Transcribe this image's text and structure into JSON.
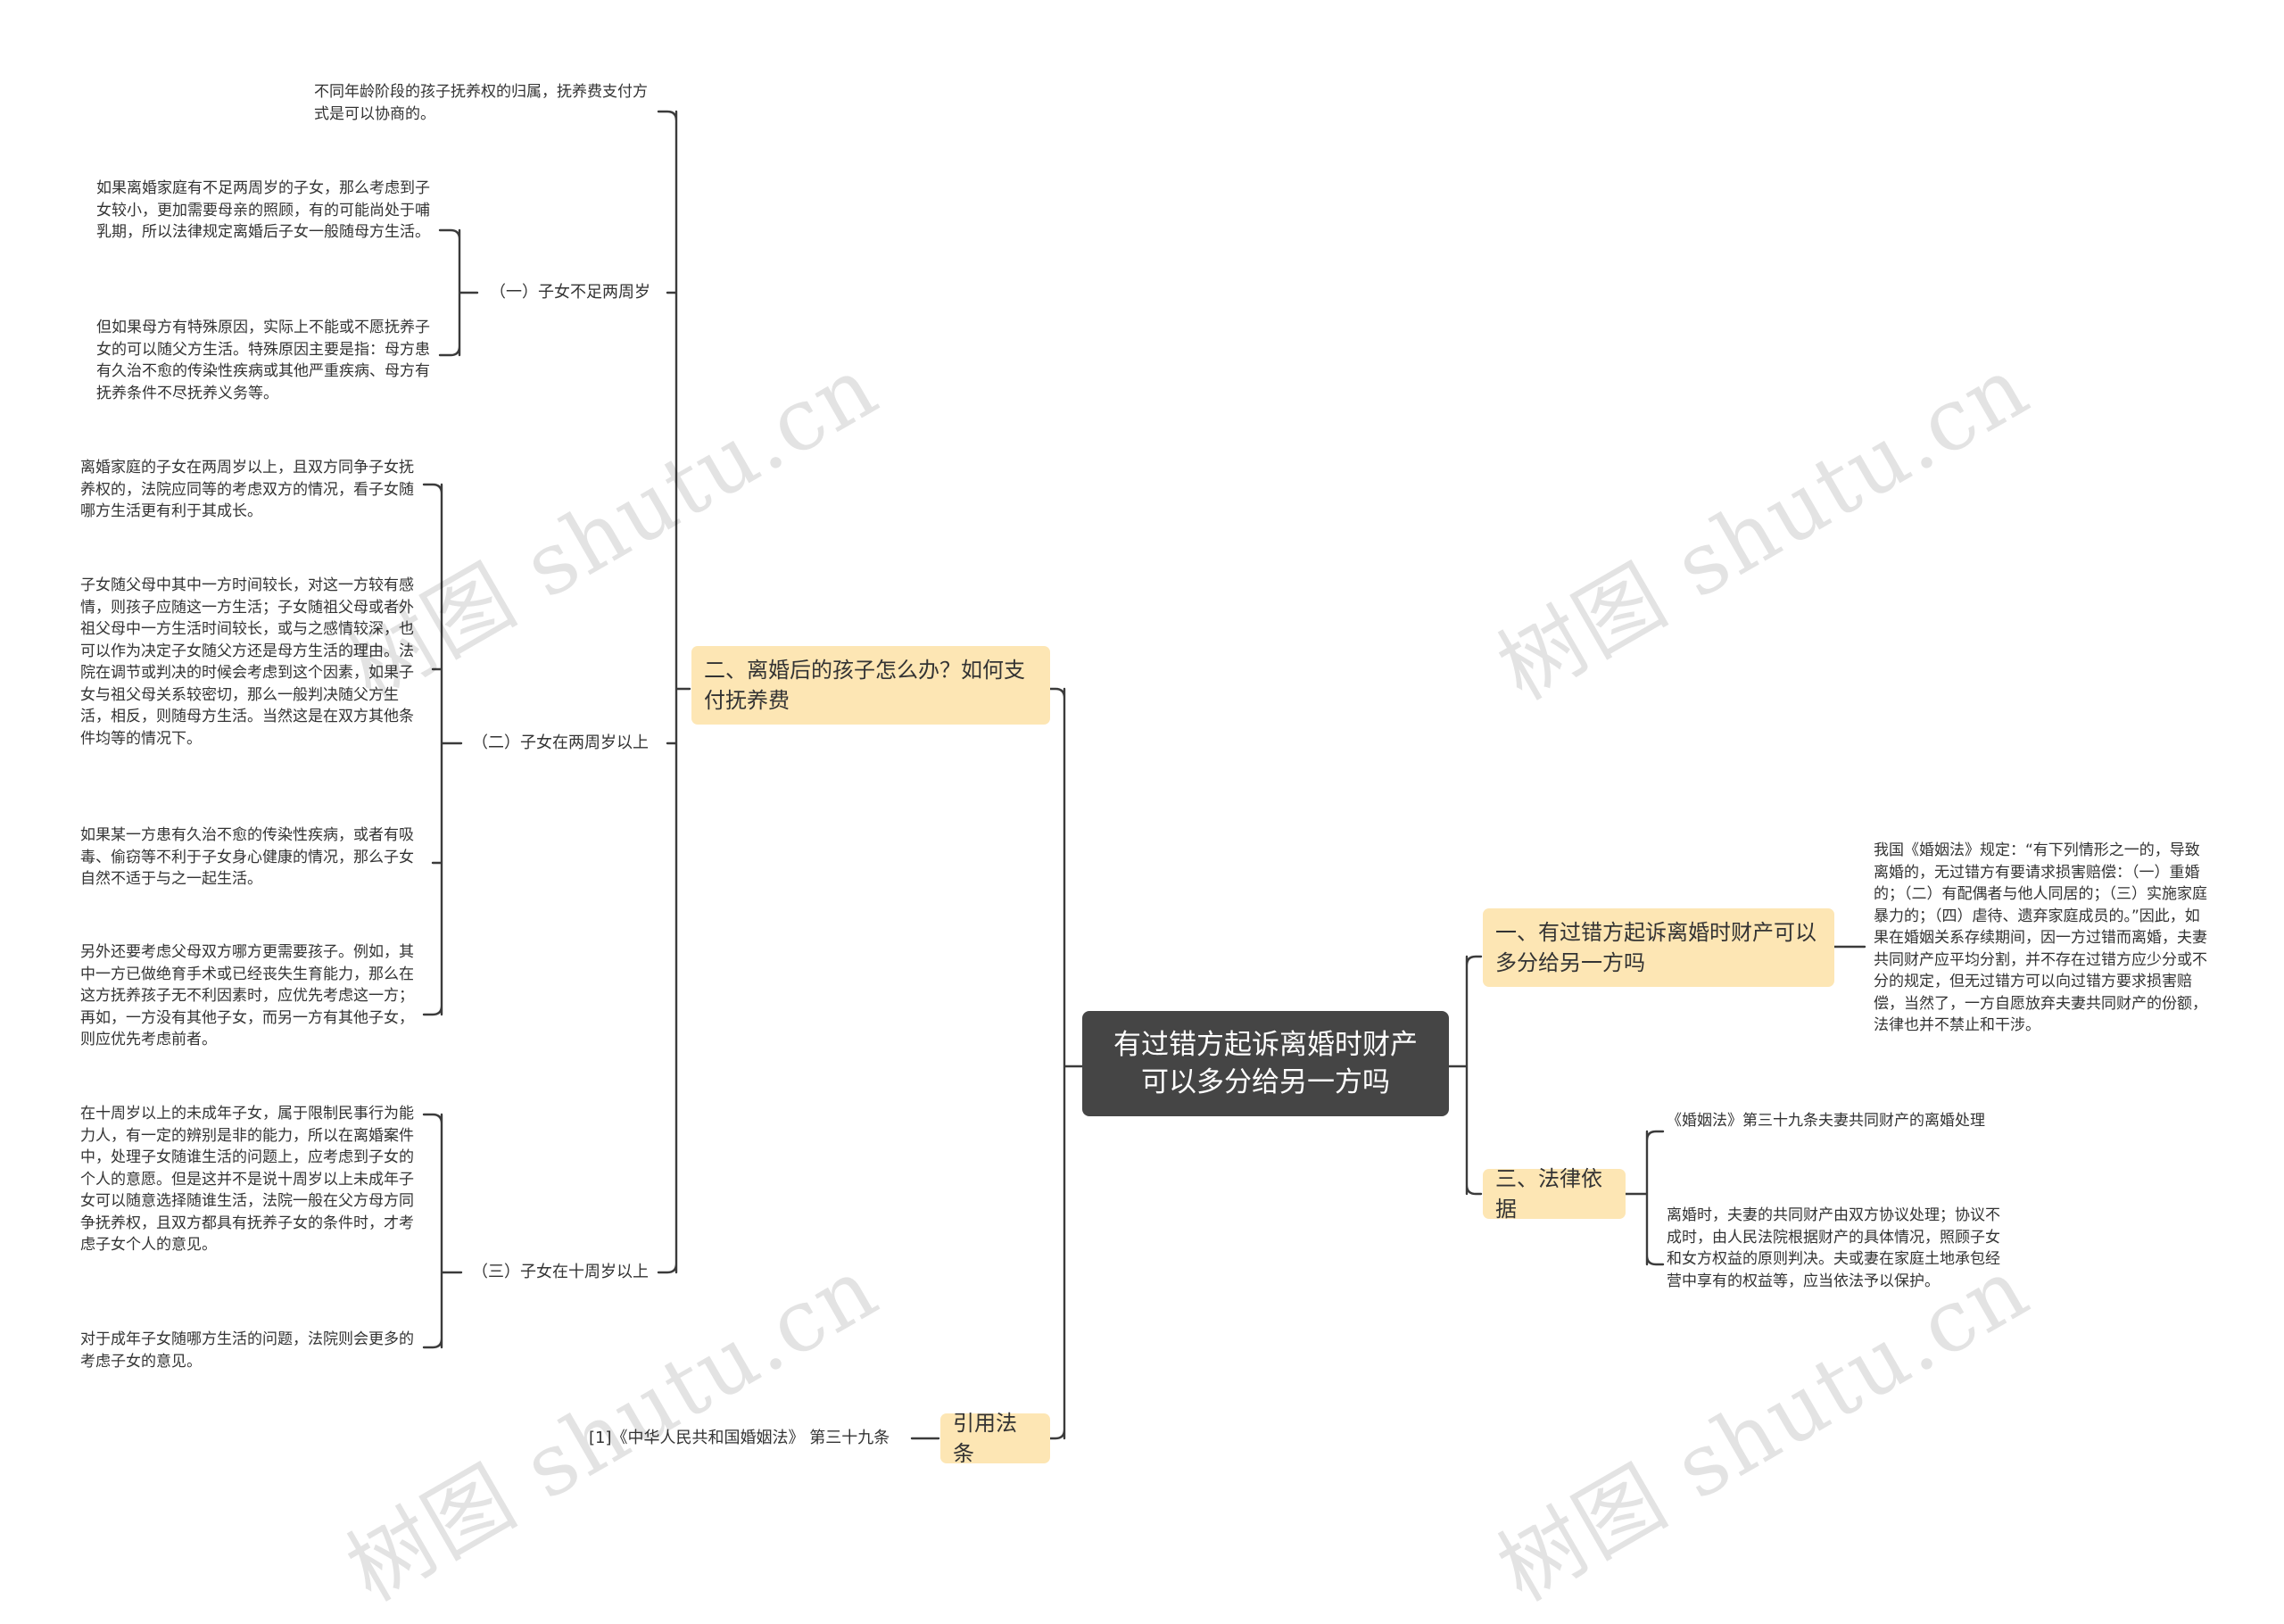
{
  "root": {
    "title": "有过错方起诉离婚时财产可以多分给另一方吗"
  },
  "branches": {
    "children": {
      "label": "二、离婚后的孩子怎么办？如何支付抚养费",
      "intro": "不同年龄阶段的孩子抚养权的归属，抚养费支付方式是可以协商的。",
      "groups": [
        {
          "label": "（一）子女不足两周岁",
          "items": [
            "如果离婚家庭有不足两周岁的子女，那么考虑到子女较小，更加需要母亲的照顾，有的可能尚处于哺乳期，所以法律规定离婚后子女一般随母方生活。",
            "但如果母方有特殊原因，实际上不能或不愿抚养子女的可以随父方生活。特殊原因主要是指：母方患有久治不愈的传染性疾病或其他严重疾病、母方有抚养条件不尽抚养义务等。"
          ]
        },
        {
          "label": "（二）子女在两周岁以上",
          "items": [
            "离婚家庭的子女在两周岁以上，且双方同争子女抚养权的，法院应同等的考虑双方的情况，看子女随哪方生活更有利于其成长。",
            "子女随父母中其中一方时间较长，对这一方较有感情，则孩子应随这一方生活；子女随祖父母或者外祖父母中一方生活时间较长，或与之感情较深，也可以作为决定子女随父方还是母方生活的理由。法院在调节或判决的时候会考虑到这个因素，如果子女与祖父母关系较密切，那么一般判决随父方生活，相反，则随母方生活。当然这是在双方其他条件均等的情况下。",
            "如果某一方患有久治不愈的传染性疾病，或者有吸毒、偷窃等不利于子女身心健康的情况，那么子女自然不适于与之一起生活。",
            "另外还要考虑父母双方哪方更需要孩子。例如，其中一方已做绝育手术或已经丧失生育能力，那么在这方抚养孩子无不利因素时，应优先考虑这一方；再如，一方没有其他子女，而另一方有其他子女，则应优先考虑前者。"
          ]
        },
        {
          "label": "（三）子女在十周岁以上",
          "items": [
            "在十周岁以上的未成年子女，属于限制民事行为能力人，有一定的辨别是非的能力，所以在离婚案件中，处理子女随谁生活的问题上，应考虑到子女的个人的意愿。但是这并不是说十周岁以上未成年子女可以随意选择随谁生活，法院一般在父方母方同争抚养权，且双方都具有抚养子女的条件时，才考虑子女个人的意见。",
            "对于成年子女随哪方生活的问题，法院则会更多的考虑子女的意见。"
          ]
        }
      ]
    },
    "citation": {
      "label": "引用法条",
      "item": "[1]《中华人民共和国婚姻法》 第三十九条"
    },
    "property": {
      "label": "一、有过错方起诉离婚时财产可以多分给另一方吗",
      "item": "我国《婚姻法》规定：“有下列情形之一的，导致离婚的，无过错方有要请求损害赔偿：（一）重婚的；（二）有配偶者与他人同居的；（三）实施家庭暴力的；（四）虐待、遗弃家庭成员的。”因此，如果在婚姻关系存续期间，因一方过错而离婚，夫妻共同财产应平均分割，并不存在过错方应少分或不分的规定，但无过错方可以向过错方要求损害赔偿，当然了，一方自愿放弃夫妻共同财产的份额，法律也并不禁止和干涉。"
    },
    "legal": {
      "label": "三、法律依据",
      "items": [
        "《婚姻法》第三十九条夫妻共同财产的离婚处理",
        "离婚时，夫妻的共同财产由双方协议处理；协议不成时，由人民法院根据财产的具体情况，照顾子女和女方权益的原则判决。夫或妻在家庭土地承包经营中享有的权益等，应当依法予以保护。"
      ]
    }
  },
  "watermark": {
    "text": "树图 shutu.cn"
  },
  "colors": {
    "root_bg": "#454545",
    "branch_bg": "#fde6b4",
    "line": "#3b3b3b",
    "text": "#333333"
  }
}
